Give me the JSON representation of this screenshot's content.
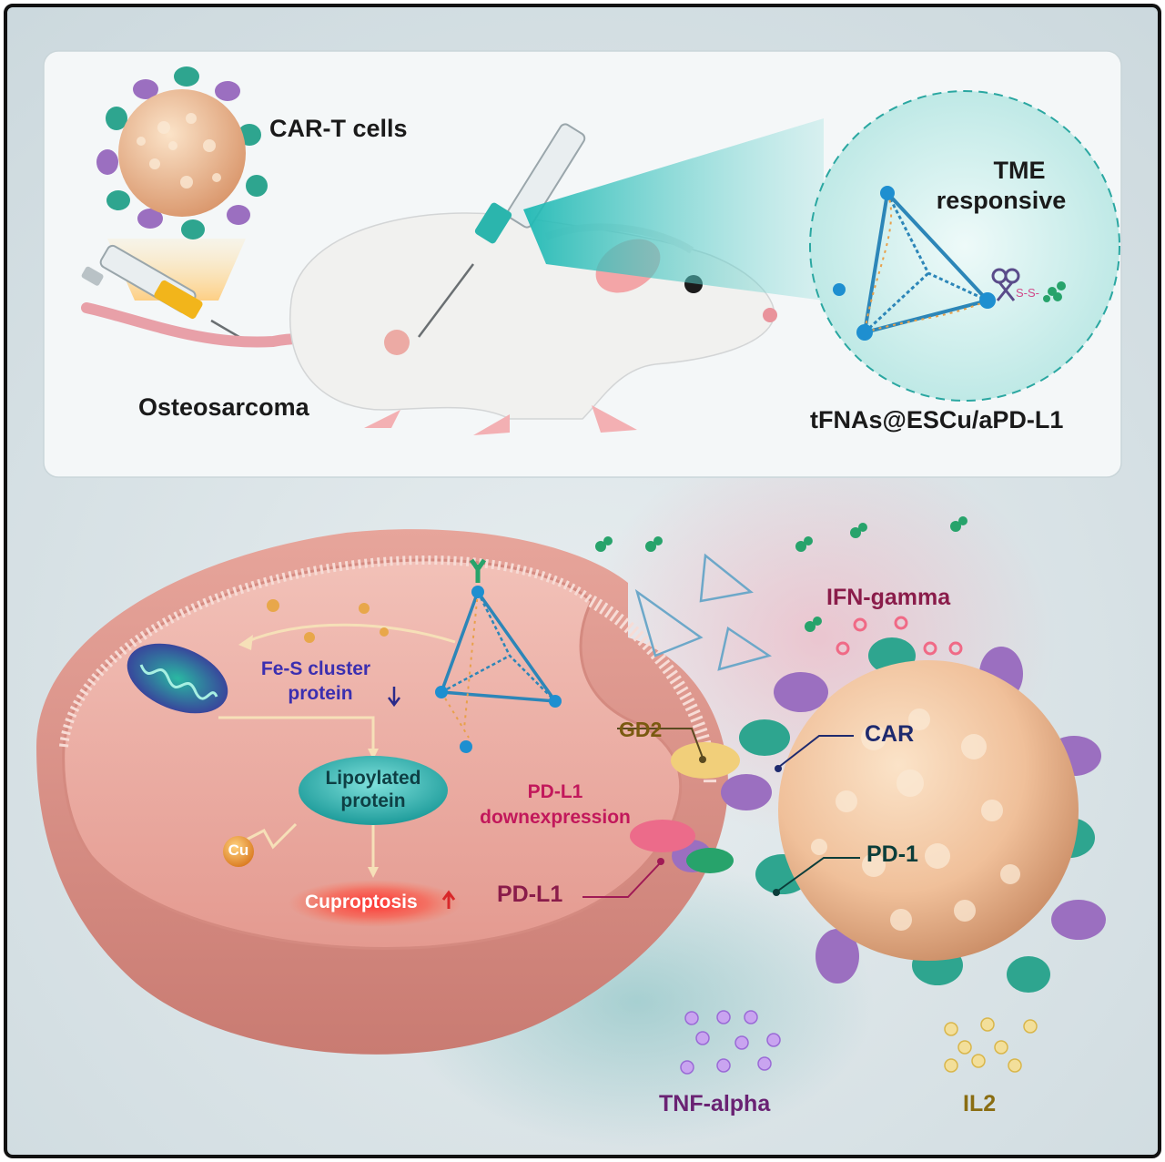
{
  "labels": {
    "cart_cells": "CAR-T cells",
    "osteosarcoma": "Osteosarcoma",
    "tme_line1": "TME",
    "tme_line2": "responsive",
    "tfnas": "tFNAs@ESCu/aPD-L1",
    "fes_line1": "Fe-S cluster",
    "fes_line2": "protein",
    "lipo_line1": "Lipoylated",
    "lipo_line2": "protein",
    "cu": "Cu",
    "cuproptosis": "Cuproptosis",
    "pdl1_down_line1": "PD-L1",
    "pdl1_down_line2": "downexpression",
    "gd2": "GD2",
    "car": "CAR",
    "pd1": "PD-1",
    "pdl1": "PD-L1",
    "ifn": "IFN-gamma",
    "tnf": "TNF-alpha",
    "il2": "IL2"
  },
  "colors": {
    "frame": "#111111",
    "background": "#dfe7ea",
    "top_panel": "#f4f7f8",
    "tumor_cell": "#e9a39a",
    "tcell": "#f2c7a3",
    "car_receptor": "#9b6fc0",
    "pd1_receptor": "#2ea58f",
    "lipoylated_oval": "#22a9a9",
    "cu_ball": "#e8902a",
    "cuproptosis_glow": "#e5202a",
    "ifn_dot": "#f06a86",
    "tnf_dot": "#b886e6",
    "il2_dot": "#e8c85a"
  },
  "icons": [
    "syringe-icon",
    "scissors-icon",
    "mouse-icon",
    "mitochondrion-icon",
    "dna-tetrahedron-icon",
    "antibody-icon"
  ]
}
